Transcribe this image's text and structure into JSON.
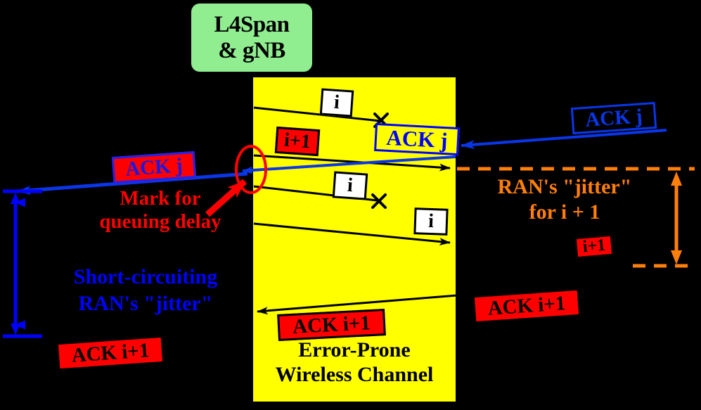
{
  "title": {
    "line1": "L4Span",
    "line2": "& gNB"
  },
  "channel": {
    "label_line1": "Error-Prone",
    "label_line2": "Wireless Channel",
    "fill_color": "#FFFF00"
  },
  "packets": {
    "i_top": "i",
    "i_mid": "i",
    "i_low": "i",
    "ip1_channel": "i+1",
    "ip1_jitter": "i+1"
  },
  "acks": {
    "ack_j_channel": "ACK j",
    "ack_j_left": "ACK j",
    "ack_j_right": "ACK j",
    "ack_i1_channel": "ACK i+1",
    "ack_i1_right": "ACK i+1",
    "ack_i1_bottom_left": "ACK i+1"
  },
  "annotations": {
    "mark_line1": "Mark for",
    "mark_line2": "queuing delay",
    "short_circuit_line1": "Short-circuiting",
    "short_circuit_line2": "RAN's \"jitter\"",
    "jitter_line1": "RAN's \"jitter\"",
    "jitter_line2": "for i + 1"
  },
  "colors": {
    "title_bg": "#90EE90",
    "channel": "#FFFF00",
    "red": "#FF0000",
    "blue": "#0000FF",
    "orange": "#FF7F0A",
    "black": "#000000",
    "white": "#FFFFFF"
  },
  "icons": {
    "loss_mark_1": "x-cross-icon",
    "loss_mark_2": "x-cross-icon",
    "mark_ellipse": "ellipse-highlight-icon",
    "pointer_arrow": "red-pointer-arrow-icon"
  }
}
